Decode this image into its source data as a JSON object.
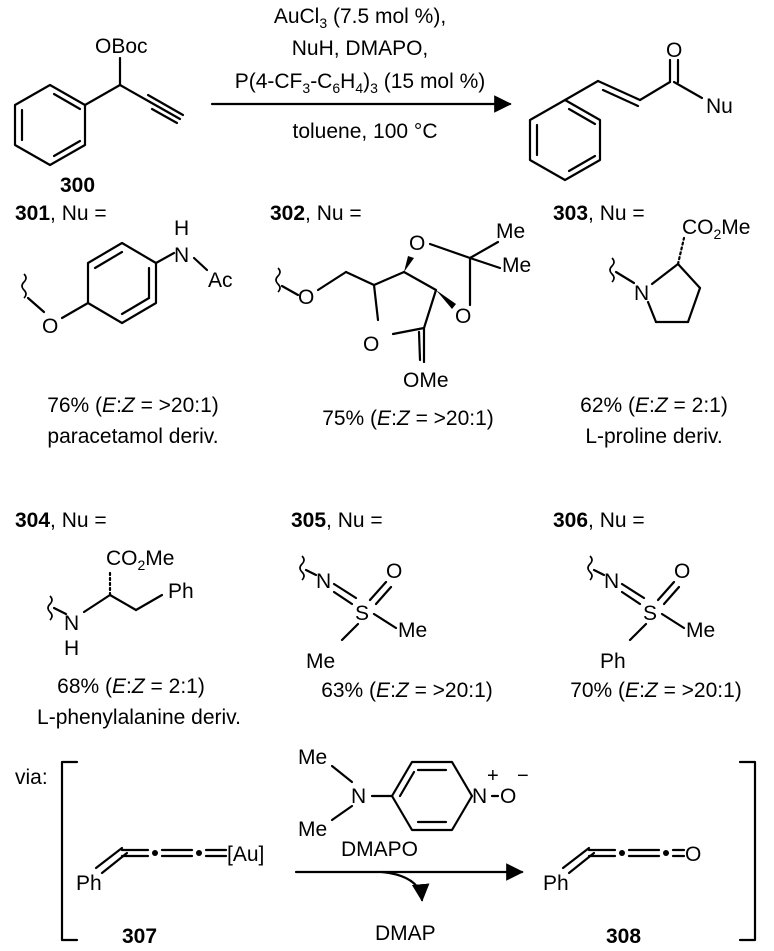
{
  "main_reaction": {
    "substrate_number": "300",
    "substrate_group": "OBoc",
    "conditions": [
      "AuCl3 (7.5 mol %),",
      "NuH, DMAPO,",
      "P(4-CF3-C6H4)3 (15 mol %)",
      "toluene, 100 °C"
    ],
    "product_group": "Nu",
    "product_oxygen": "O"
  },
  "common": {
    "nu_label": ", Nu ="
  },
  "products": [
    {
      "number": "301",
      "yield": "76% (E:Z = >20:1)",
      "note": "paracetamol deriv.",
      "labels": {
        "o": "O",
        "n": "N",
        "h": "H",
        "ac": "Ac"
      }
    },
    {
      "number": "302",
      "yield": "75% (E:Z = >20:1)",
      "note": "",
      "labels": {
        "o1": "O",
        "o2": "O",
        "o3": "O",
        "o4": "O",
        "me1": "Me",
        "me2": "Me",
        "ome": "OMe"
      }
    },
    {
      "number": "303",
      "yield": "62% (E:Z = 2:1)",
      "note": "L-proline deriv.",
      "labels": {
        "n": "N",
        "co2me": "CO2Me"
      }
    },
    {
      "number": "304",
      "yield": "68% (E:Z = 2:1)",
      "note": "L-phenylalanine deriv.",
      "labels": {
        "n": "N",
        "h": "H",
        "co2me": "CO2Me",
        "ph": "Ph"
      }
    },
    {
      "number": "305",
      "yield": "63% (E:Z = >20:1)",
      "note": "",
      "labels": {
        "n": "N",
        "s": "S",
        "o": "O",
        "me1": "Me",
        "me2": "Me"
      }
    },
    {
      "number": "306",
      "yield": "70% (E:Z = >20:1)",
      "note": "",
      "labels": {
        "n": "N",
        "s": "S",
        "o": "O",
        "ph": "Ph",
        "me": "Me"
      }
    }
  ],
  "mechanism": {
    "via_label": "via:",
    "intermediate_1": {
      "number": "307",
      "ph": "Ph",
      "metal": "[Au]"
    },
    "intermediate_2": {
      "number": "308",
      "ph": "Ph",
      "oxygen": "O"
    },
    "reagent": {
      "name": "DMAPO",
      "me1": "Me",
      "me2": "Me",
      "n": "N",
      "n_plus": "N",
      "o_minus": "O"
    },
    "byproduct": "DMAP"
  }
}
